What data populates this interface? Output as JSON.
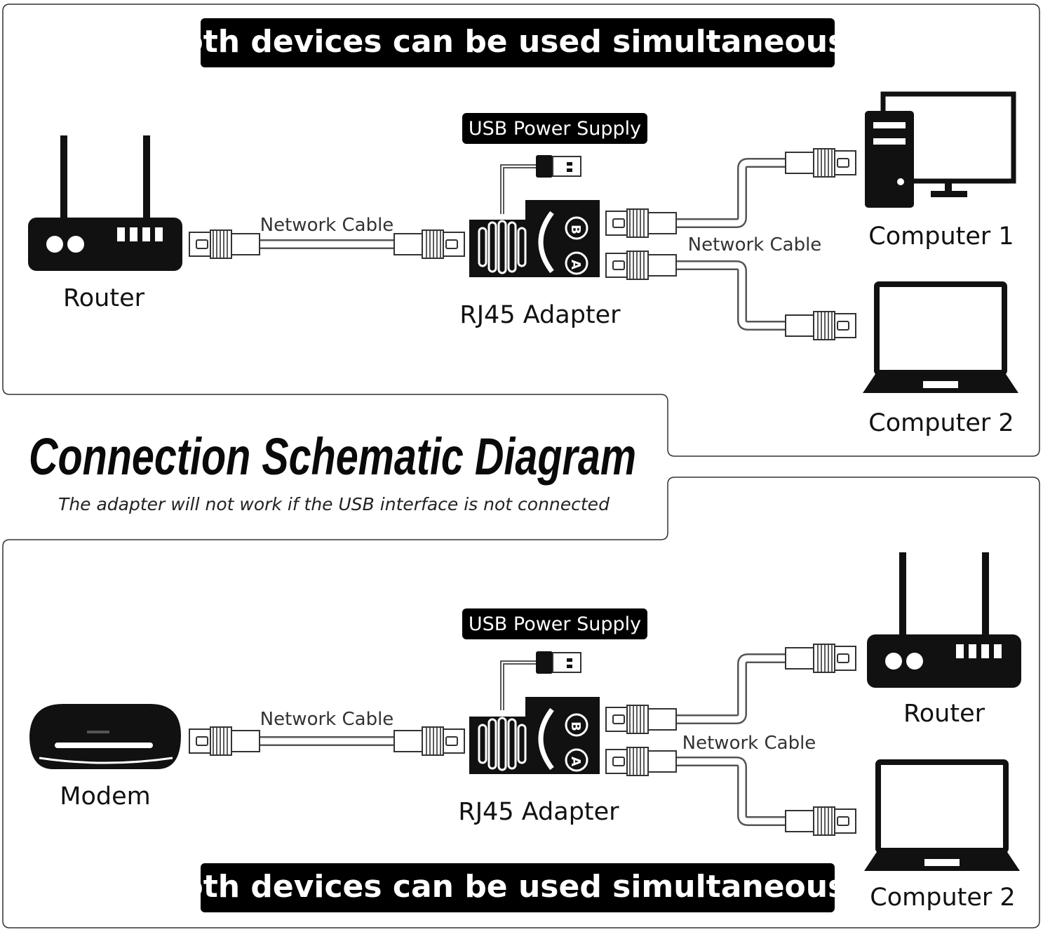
{
  "colors": {
    "ink": "#111111",
    "panel_border": "#333333",
    "background": "#ffffff"
  },
  "top": {
    "banner": "Both devices can be used simultaneously",
    "usb_label": "USB Power Supply",
    "source_label": "Router",
    "cable_label_left": "Network Cable",
    "cable_label_right": "Network Cable",
    "adapter_label": "RJ45 Adapter",
    "port_b": "B",
    "port_a": "A",
    "target_1_label": "Computer 1",
    "target_2_label": "Computer 2"
  },
  "middle": {
    "title": "Connection Schematic Diagram",
    "subtitle": "The adapter will not work if the USB interface is not connected"
  },
  "bottom": {
    "banner": "Both devices can be used simultaneously",
    "usb_label": "USB Power Supply",
    "source_label": "Modem",
    "cable_label_left": "Network Cable",
    "cable_label_right": "Network Cable",
    "adapter_label": "RJ45 Adapter",
    "port_b": "B",
    "port_a": "A",
    "target_1_label": "Router",
    "target_2_label": "Computer 2"
  },
  "icons": [
    "router-icon",
    "desktop-computer-icon",
    "laptop-icon",
    "modem-icon",
    "usb-plug-icon",
    "rj45-adapter-icon",
    "rj45-plug-icon"
  ]
}
